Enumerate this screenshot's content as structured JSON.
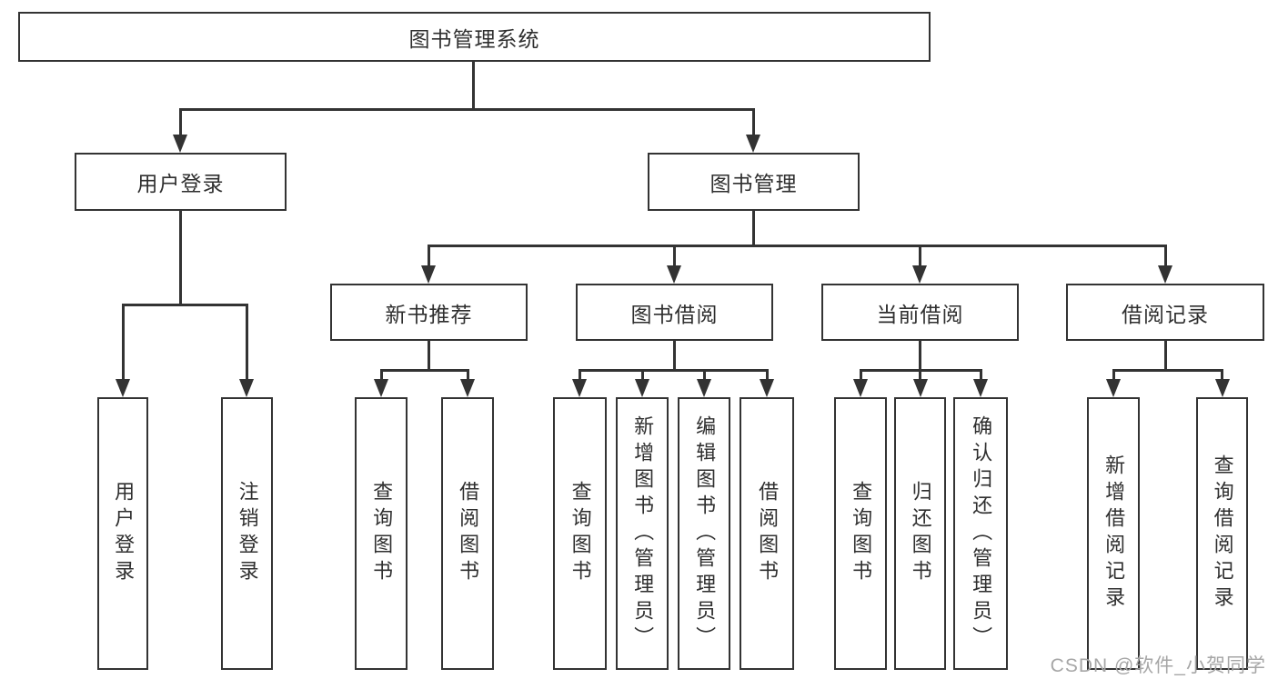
{
  "diagram_type": "hierarchy-tree",
  "root": {
    "label": "图书管理系统"
  },
  "branches": [
    {
      "label": "用户登录",
      "children": [
        {
          "label": "用户登录"
        },
        {
          "label": "注销登录"
        }
      ]
    },
    {
      "label": "图书管理",
      "children": [
        {
          "label": "新书推荐",
          "children": [
            {
              "label": "查询图书"
            },
            {
              "label": "借阅图书"
            }
          ]
        },
        {
          "label": "图书借阅",
          "children": [
            {
              "label": "查询图书"
            },
            {
              "label": "新增图书（管理员）"
            },
            {
              "label": "编辑图书（管理员）"
            },
            {
              "label": "借阅图书"
            }
          ]
        },
        {
          "label": "当前借阅",
          "children": [
            {
              "label": "查询图书"
            },
            {
              "label": "归还图书"
            },
            {
              "label": "确认归还（管理员）"
            }
          ]
        },
        {
          "label": "借阅记录",
          "children": [
            {
              "label": "新增借阅记录"
            },
            {
              "label": "查询借阅记录"
            }
          ]
        }
      ]
    }
  ],
  "watermark": "CSDN @软件_小贺同学",
  "colors": {
    "line": "#333333",
    "text": "#2f2f2f",
    "background": "#ffffff",
    "watermark": "#a6a6a6"
  }
}
